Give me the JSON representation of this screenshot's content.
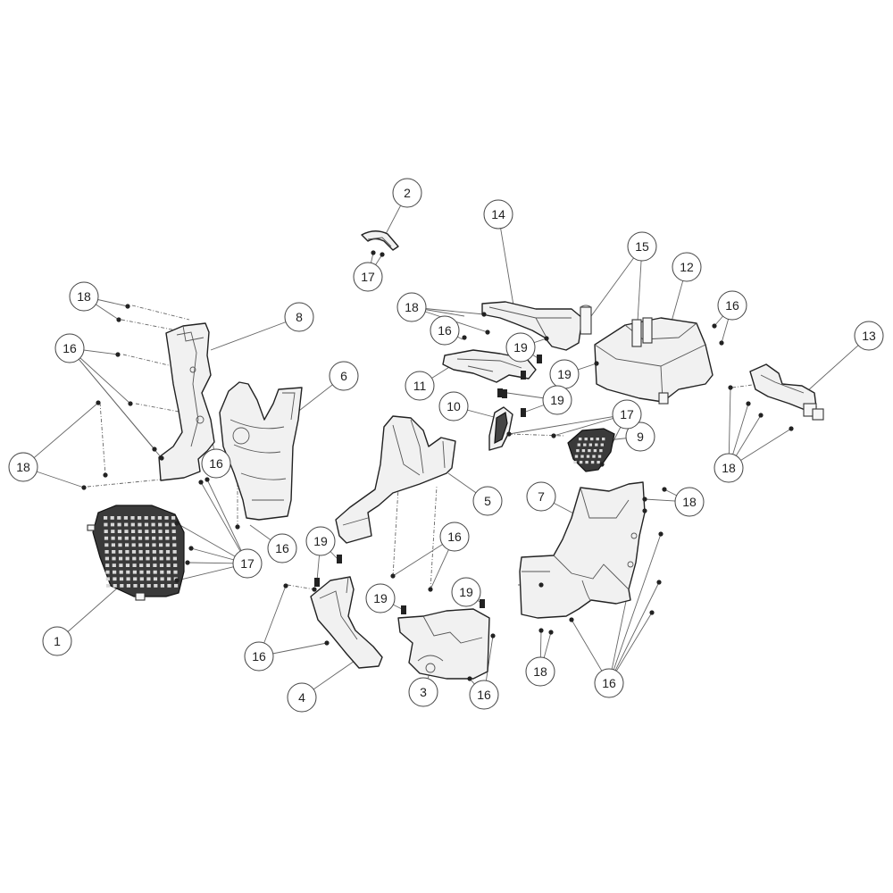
{
  "callouts": [
    "1",
    "2",
    "3",
    "4",
    "5",
    "6",
    "7",
    "8",
    "9",
    "10",
    "11",
    "12",
    "13",
    "14",
    "15",
    "16",
    "17",
    "18",
    "19"
  ]
}
